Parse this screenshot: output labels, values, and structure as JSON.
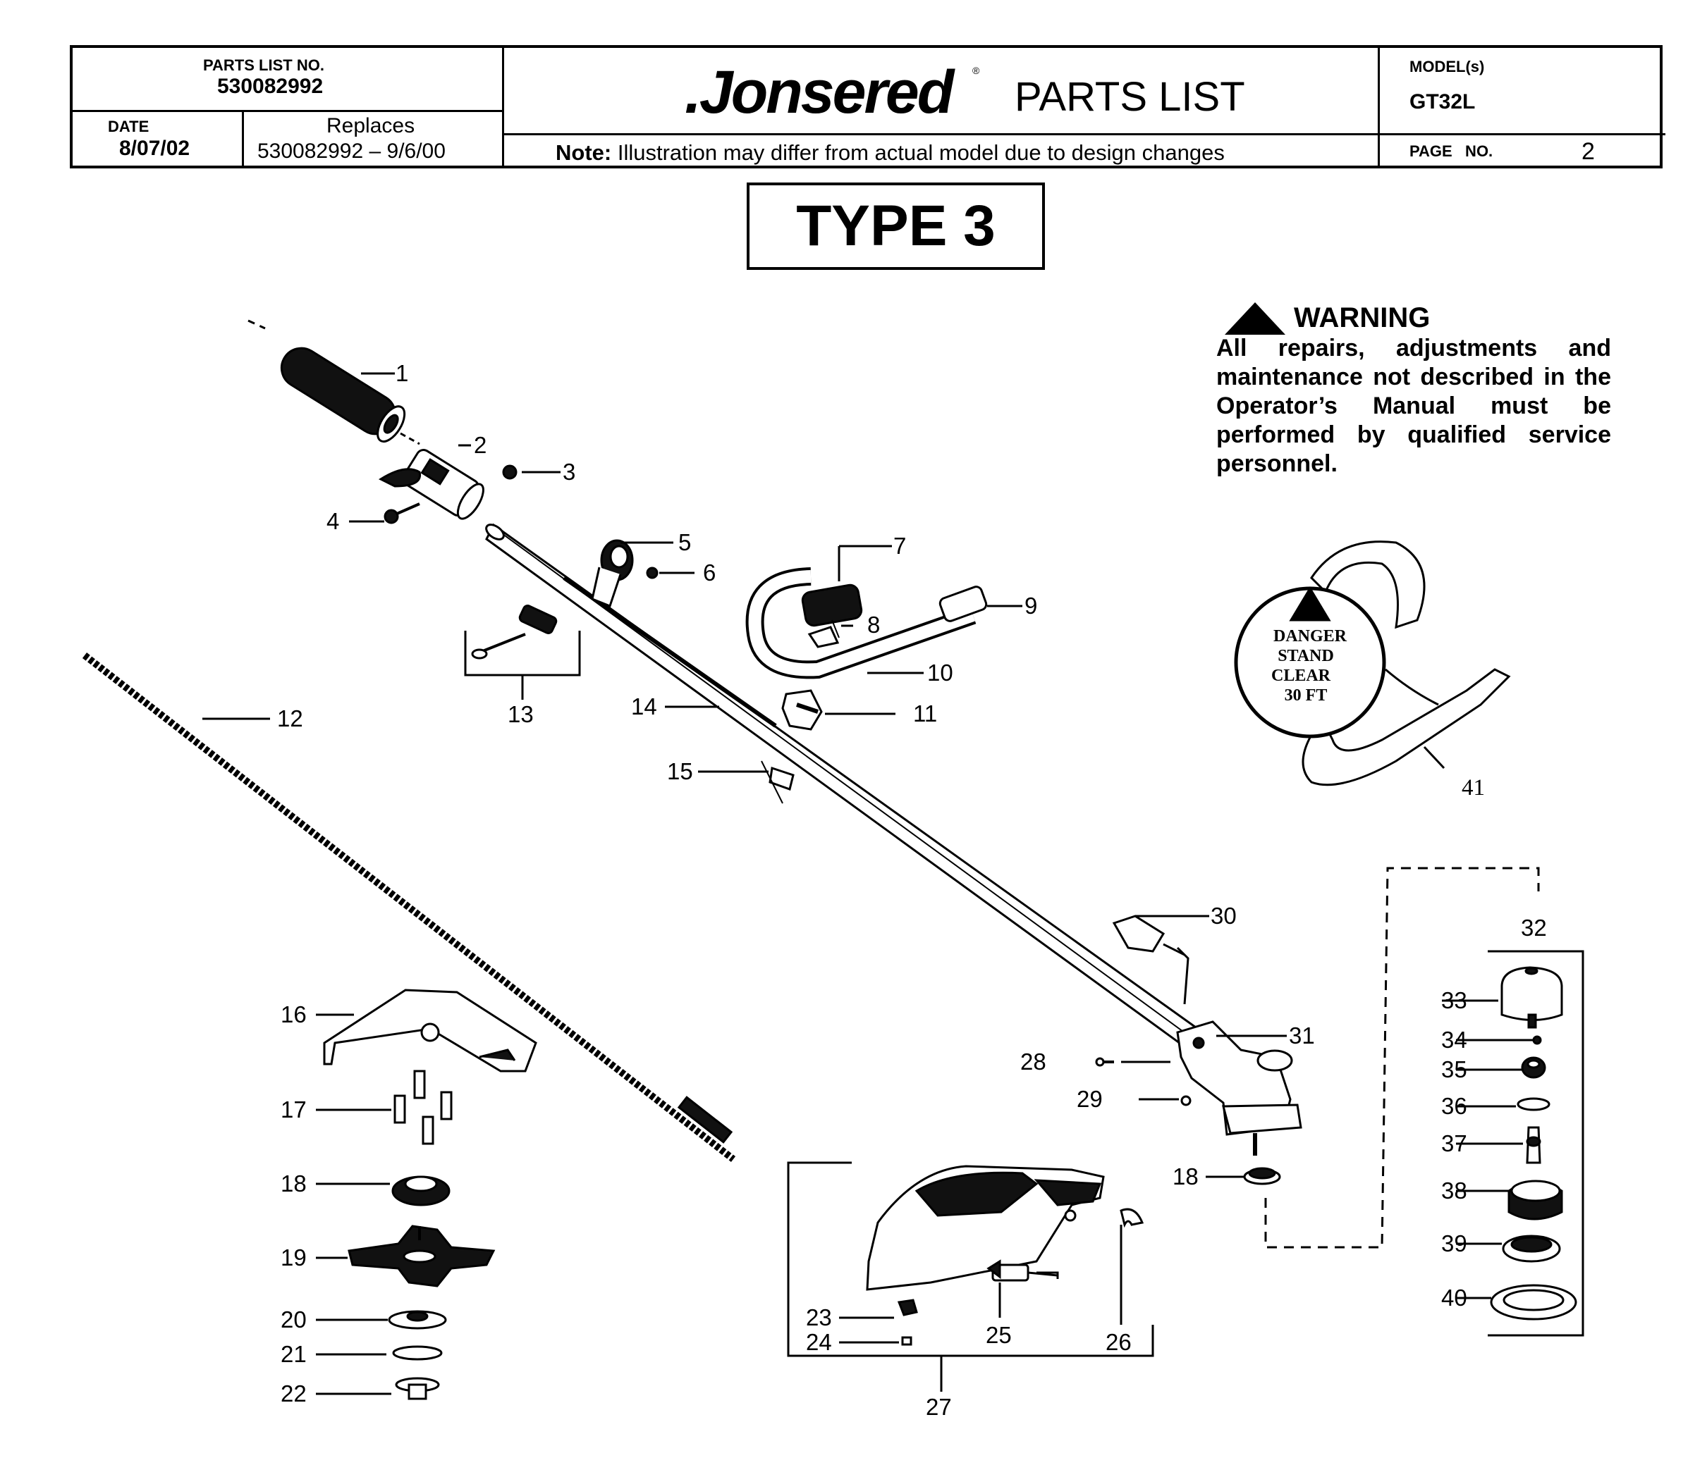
{
  "header": {
    "parts_list_label": "PARTS LIST NO.",
    "parts_list_no": "530082992",
    "date_label": "DATE",
    "date_value": "8/07/02",
    "replaces_label": "Replaces",
    "replaces_value": "530082992 – 9/6/00",
    "brand": ".Jonsered",
    "brand_mark": "®",
    "title": "PARTS LIST",
    "note_label": "Note:",
    "note_text": "Illustration may differ from actual model due to design changes",
    "model_label": "MODEL(s)",
    "model_value": "GT32L",
    "page_label": "PAGE   NO.",
    "page_value": "2"
  },
  "type_label": "TYPE 3",
  "warning": {
    "title": "WARNING",
    "text": "All repairs, adjustments and maintenance not described in the Operator’s Manual must be performed by qualified service personnel."
  },
  "decal": {
    "line1": "DANGER",
    "line2": "STAND",
    "line3": "CLEAR",
    "line4": "30 FT"
  },
  "part_numbers": [
    "1",
    "2",
    "3",
    "4",
    "5",
    "6",
    "7",
    "8",
    "9",
    "10",
    "11",
    "12",
    "13",
    "14",
    "15",
    "16",
    "17",
    "18",
    "19",
    "20",
    "21",
    "22",
    "23",
    "24",
    "25",
    "26",
    "27",
    "28",
    "29",
    "30",
    "31",
    "32",
    "33",
    "34",
    "35",
    "36",
    "37",
    "38",
    "39",
    "40",
    "41",
    "18"
  ]
}
